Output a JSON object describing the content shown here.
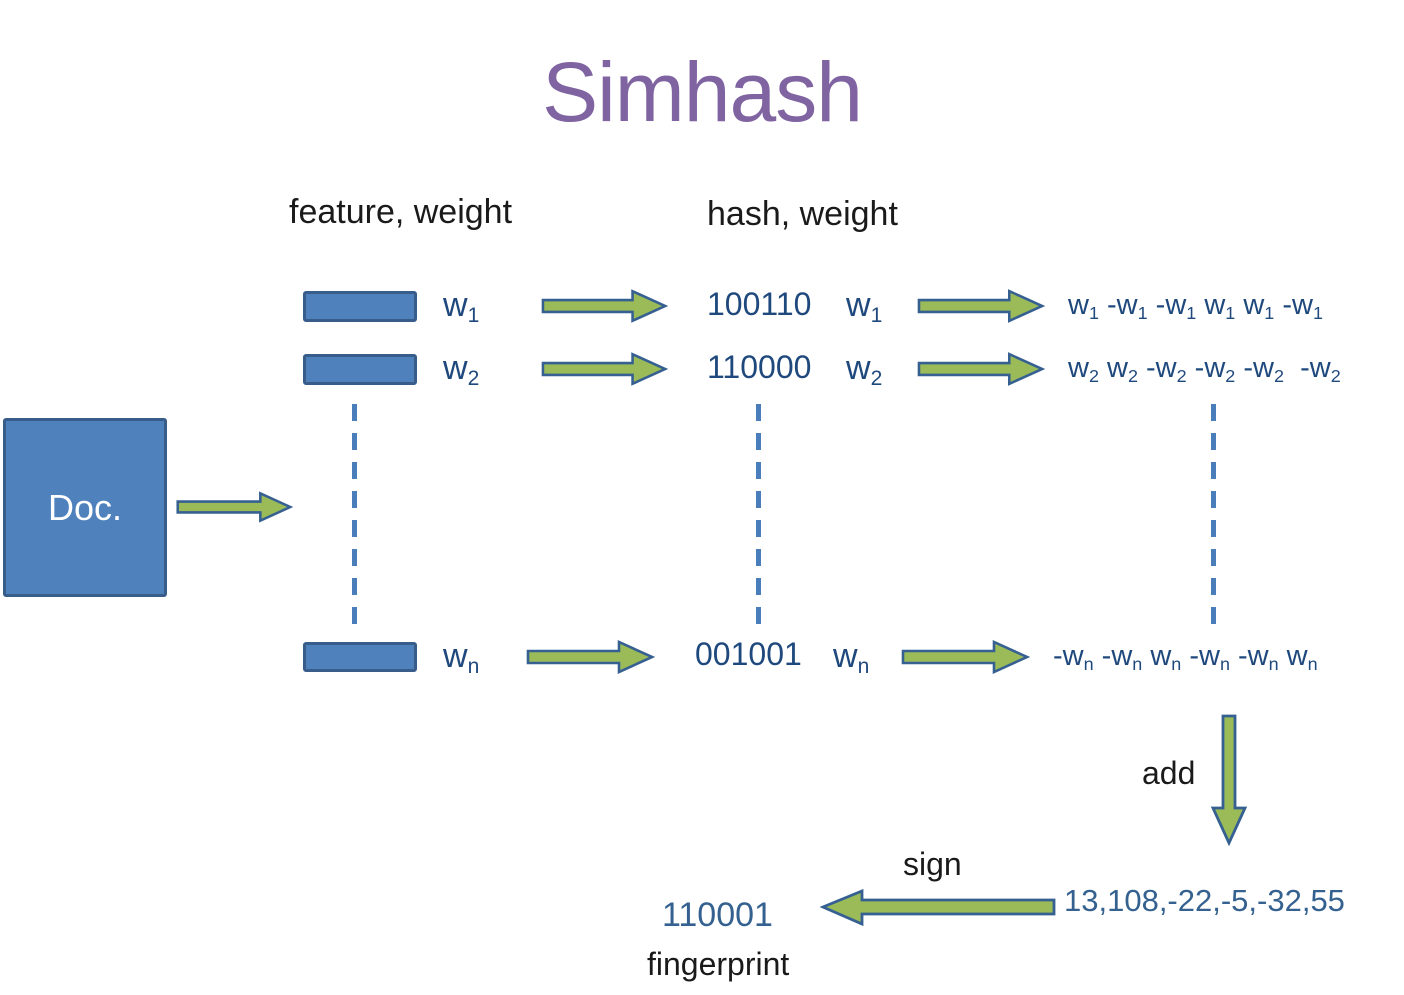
{
  "title": "Simhash",
  "headers": {
    "feature": "feature, weight",
    "hash": "hash, weight"
  },
  "doc": {
    "label": "Doc."
  },
  "rows": [
    {
      "label": "w_1",
      "hash": "100110",
      "weight": "w_1",
      "sequence": "w_1 -w_1 -w_1 w_1 w_1 -w_1"
    },
    {
      "label": "w_2",
      "hash": "110000",
      "weight": "w_2",
      "sequence": "w_2 w_2 -w_2 -w_2 -w_2  -w_2"
    },
    {
      "label": "w_n",
      "hash": "001001",
      "weight": "w_n",
      "sequence": "-w_n -w_n w_n -w_n -w_n w_n"
    }
  ],
  "add_step": {
    "label": "add",
    "sum_vector": "13,108,-22,-5,-32,55"
  },
  "sign_step": {
    "label": "sign"
  },
  "fingerprint": {
    "value": "110001",
    "label": "fingerprint"
  },
  "icons": {
    "right_arrow": "right-arrow",
    "left_arrow": "left-arrow",
    "down_arrow": "down-arrow",
    "dashed_line": "vertical-dashed-continuation"
  },
  "colors": {
    "title_purple": "#8064A2",
    "text_dark_blue": "#1F497D",
    "text_steel_blue": "#34618F",
    "text_black": "#1A1A1A",
    "box_fill": "#4F81BD",
    "box_border": "#385D8A",
    "arrow_fill": "#9BBB59",
    "arrow_outline": "#366092",
    "dash_blue": "#4A7EBB",
    "background": "#FFFFFF"
  }
}
